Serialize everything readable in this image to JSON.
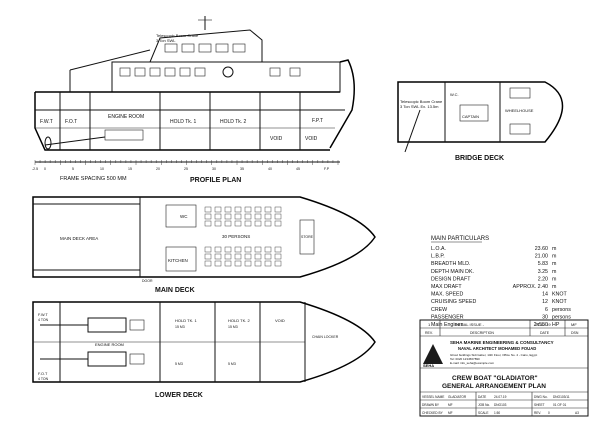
{
  "profile": {
    "title": "PROFILE PLAN",
    "frame_spacing": "FRAME SPACING 500 MM",
    "crane_note_1": "Telescopic Boom Crane",
    "crane_note_2": "3 Ton SWL",
    "tanks": [
      "F.W.T",
      "F.O.T",
      "ENGINE ROOM",
      "HOLD Tk. 1",
      "HOLD Tk. 2",
      "VOID",
      "VOID",
      "F.P.T"
    ],
    "frame_numbers": [
      "-2.5",
      "0",
      "5",
      "10",
      "15",
      "20",
      "25",
      "30",
      "35",
      "40",
      "45",
      "F.P"
    ]
  },
  "bridge_deck": {
    "title": "BRIDGE DECK",
    "crane_note_1": "Telescopic Boom Crane",
    "crane_note_2": "3 Ton SWL Ex. 13.5m",
    "rooms": [
      "W.C.",
      "CAPTAIN",
      "WHEELHOUSE"
    ]
  },
  "main_deck": {
    "title": "MAIN DECK",
    "rooms": [
      "30 PERSONS",
      "KITCHEN",
      "WC",
      "MAIN DECK AREA",
      "STORE",
      "DOOR"
    ]
  },
  "lower_deck": {
    "title": "LOWER DECK",
    "rooms": [
      "ENGINE ROOM",
      "HOLD TK. 1",
      "HOLD TK. 2",
      "VOID",
      "F.W.T",
      "F.O.T",
      "CHAIN LOCKER"
    ],
    "tank_caps": [
      "4 TON",
      "4 TON",
      "15 M3",
      "15 M3",
      "5 M3",
      "5 M3"
    ]
  },
  "particulars": {
    "heading": "MAIN PARTICULARS",
    "rows": [
      {
        "label": "L.O.A.",
        "value": "23.60",
        "unit": "m"
      },
      {
        "label": "L.B.P.",
        "value": "21.00",
        "unit": "m"
      },
      {
        "label": "BREADTH MLD.",
        "value": "5.83",
        "unit": "m"
      },
      {
        "label": "DEPTH MAIN DK.",
        "value": "3.25",
        "unit": "m"
      },
      {
        "label": "DESIGN DRAFT",
        "value": "2.20",
        "unit": "m"
      },
      {
        "label": "MAX DRAFT",
        "value": "APPROX. 2.40",
        "unit": "m"
      },
      {
        "label": "MAX. SPEED",
        "value": "14",
        "unit": "KNOT"
      },
      {
        "label": "CRUISING SPEED",
        "value": "12",
        "unit": "KNOT"
      },
      {
        "label": "CREW",
        "value": "6",
        "unit": "persons"
      },
      {
        "label": "PASSENGER",
        "value": "30",
        "unit": "persons"
      },
      {
        "label": "Main Engines",
        "value": "2x550",
        "unit": "HP"
      }
    ]
  },
  "title_block": {
    "rev_row": {
      "no": "1",
      "desc": "INITIAL ISSUE -",
      "date": "27.07.19",
      "by": "MF"
    },
    "rev_header": {
      "rev": "REV.",
      "desc": "DESCRIPTION",
      "date": "DATE",
      "by": "DSN"
    },
    "company_line1": "SEHA MARINE ENGINEERING & CONSULTANCY",
    "company_line2": "NAVAL ARCHITECT MOHAMED FOUAD",
    "company_addr1": "Ghoul buildings Sidi Gaber, 14th Floor, Office No. 4 - Cairo, Egypt",
    "company_addr2": "Tel: 0020 1234567890",
    "company_addr3": "E-mail: info_seha@example.com",
    "logo_text": "SEHA",
    "drawing_title_1": "CREW BOAT \"GLADIATOR\"",
    "drawing_title_2": "GENERAL ARRANGEMENT PLAN",
    "vessel_label": "VESSEL NAME",
    "vessel_value": "GLADIATOR",
    "date_label": "DATE",
    "date_value": "24.07.19",
    "dwg_label": "DWG No.",
    "dwg_value": "DNO103/11",
    "drawn_label": "DRAWN BY",
    "drawn_value": "MF",
    "job_label": "JOB No.",
    "job_value": "DNO103",
    "sheet_label": "SHEET",
    "sheet_value": "01 OF 01",
    "checked_label": "CHECKED BY",
    "checked_value": "MF",
    "scale_label": "SCALE",
    "scale_value": "1:50",
    "rev_label": "REV.",
    "rev_value": "0",
    "a3": "A3"
  }
}
